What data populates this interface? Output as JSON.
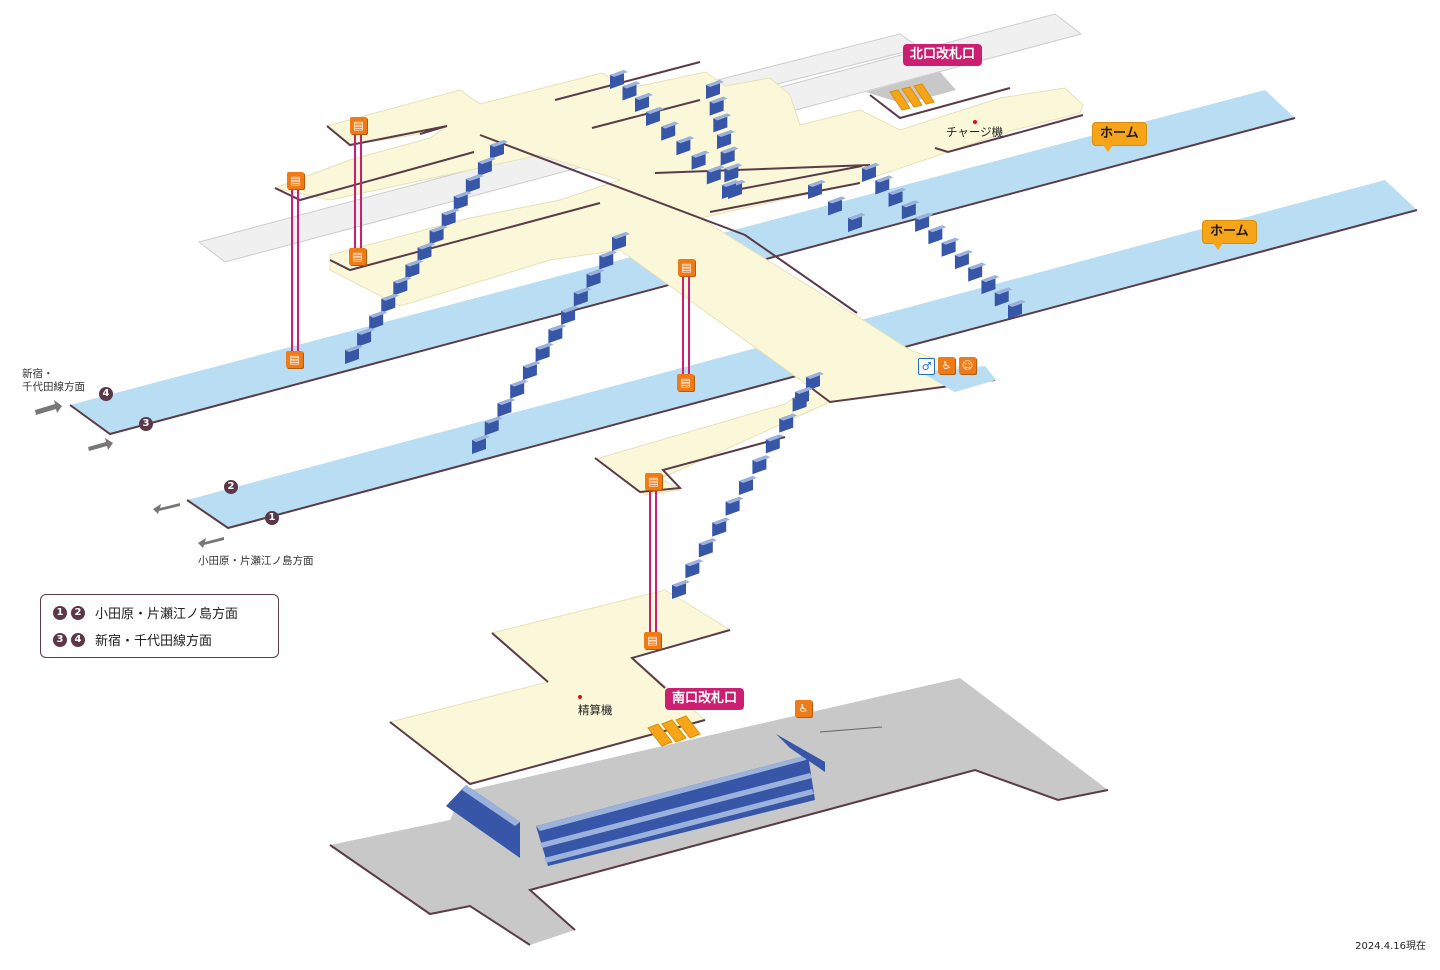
{
  "gates": {
    "north": "北口改札口",
    "south": "南口改札口"
  },
  "platform_labels": [
    "ホーム",
    "ホーム"
  ],
  "facilities": {
    "charge_machine": "チャージ機",
    "fare_adjust_machine": "精算機"
  },
  "directions": {
    "shinjuku": [
      "新宿・",
      "千代田線方面"
    ],
    "odawara": "小田原・片瀬江ノ島方面"
  },
  "platform_numbers": [
    "1",
    "2",
    "3",
    "4"
  ],
  "legend": [
    {
      "numbers": [
        "1",
        "2"
      ],
      "text": "小田原・片瀬江ノ島方面"
    },
    {
      "numbers": [
        "3",
        "4"
      ],
      "text": "新宿・千代田線方面"
    }
  ],
  "date": "2024.4.16現在",
  "icons": {
    "elevator": "elevator-icon",
    "toilet": "toilet-icon",
    "accessible_toilet": "accessible-toilet-icon",
    "nursing_room": "nursing-room-icon",
    "wheelchair": "wheelchair-icon"
  },
  "colors": {
    "concourse": "#fbf8da",
    "platform": "#b9def3",
    "outline": "#5a3b48",
    "stairs": "#3856a7",
    "ground": "#c8c8c8",
    "gate_tag": "#cc1f72",
    "home_tag": "#f6a519",
    "icon": "#ee7b17",
    "elevator_shaft": "#cc1f72"
  }
}
